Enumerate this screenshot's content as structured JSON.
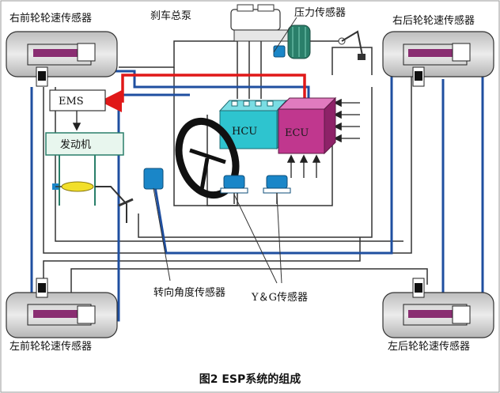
{
  "labels": {
    "right_front_sensor": "右前轮轮速传感器",
    "brake_master": "刹车总泵",
    "pressure_sensor": "压力传感器",
    "right_rear_sensor": "右后轮轮速传感器",
    "ems": "EMS",
    "engine": "发动机",
    "hcu": "HCU",
    "ecu": "ECU",
    "steering_angle_sensor": "转向角度传感器",
    "yg_sensor": "Y＆G传感器",
    "left_front_sensor": "左前轮轮速传感器",
    "left_rear_sensor": "左后轮轮速传感器"
  },
  "caption": "图2 ESP系统的组成",
  "colors": {
    "blue_line": "#1f4fa0",
    "red_line": "#e01818",
    "hcu_fill": "#2ec4cf",
    "ecu_fill": "#c0378e",
    "wheel_fill": "#d7d7d7",
    "sensor_fill": "#1a86c8",
    "engine_fill": "#e8f6ee"
  }
}
